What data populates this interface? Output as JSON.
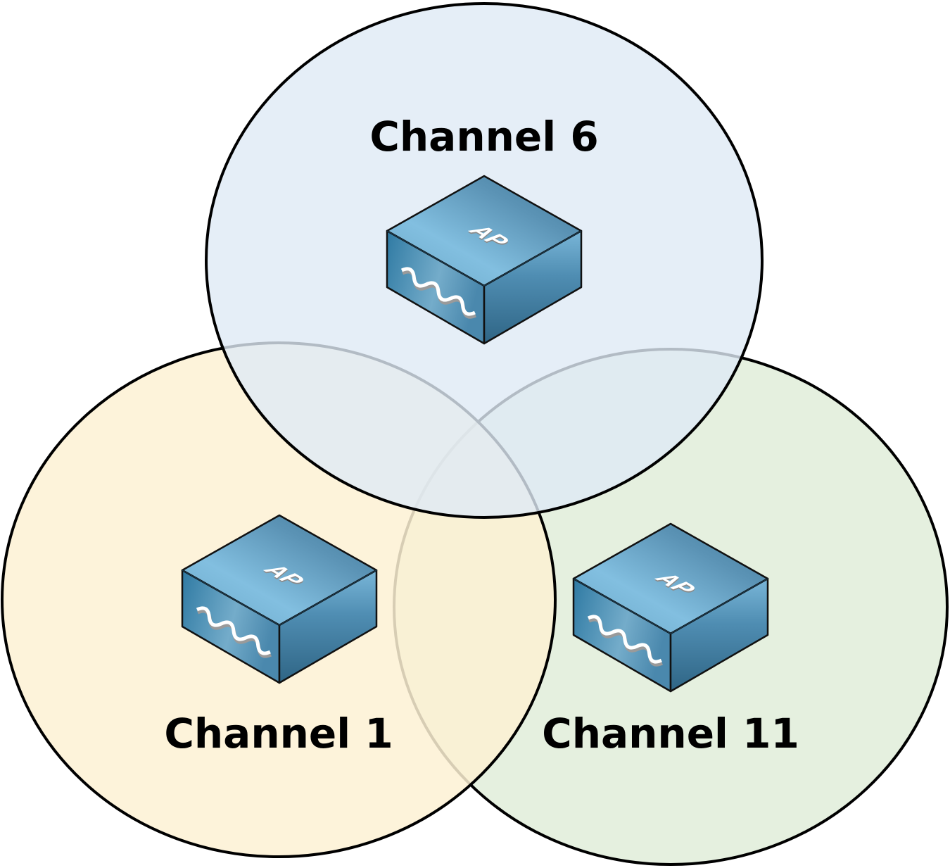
{
  "diagram": {
    "title": "Non-overlapping Wi-Fi channels",
    "cells": [
      {
        "id": "channel-6",
        "label": "Channel 6",
        "device_label": "AP",
        "device": "access-point-icon",
        "fill": "#dfeaf5",
        "stroke": "#000000"
      },
      {
        "id": "channel-1",
        "label": "Channel 1",
        "device_label": "AP",
        "device": "access-point-icon",
        "fill": "#fdf1d4",
        "stroke": "#000000"
      },
      {
        "id": "channel-11",
        "label": "Channel 11",
        "device_label": "AP",
        "device": "access-point-icon",
        "fill": "#e3efdc",
        "stroke": "#000000"
      }
    ],
    "device_colors": {
      "top": "#5d9ac0",
      "highlight": "#7fbedf",
      "side_dark": "#2e6a8a",
      "text": "#ffffff"
    }
  }
}
